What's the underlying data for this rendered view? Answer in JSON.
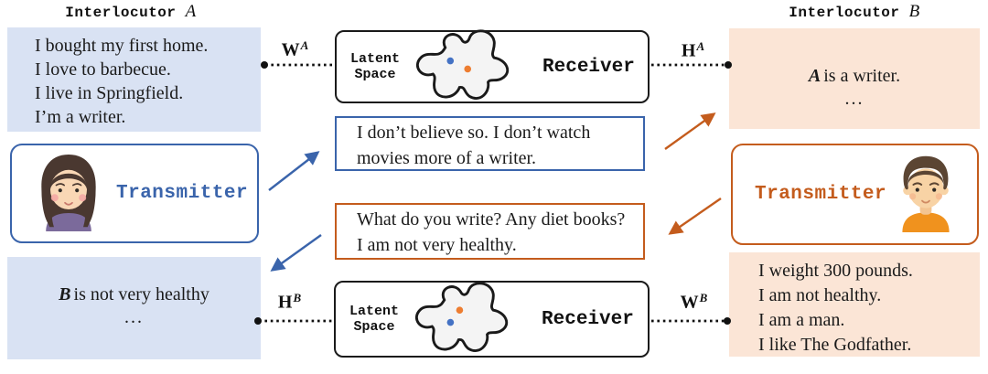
{
  "diagram": {
    "left": {
      "header_label": "Interlocutor",
      "header_entity": "A",
      "persona_lines": [
        "I bought my first home.",
        "I love to barbecue.",
        "I live in Springfield.",
        "I’m a writer."
      ],
      "transmitter_label": "Transmitter",
      "transmitter_avatar": "woman-avatar",
      "belief_entity": "B",
      "belief_text": "is not very healthy",
      "belief_ellipsis": "..."
    },
    "right": {
      "header_label": "Interlocutor",
      "header_entity": "B",
      "belief_entity": "A",
      "belief_text": "is a writer.",
      "belief_ellipsis": "...",
      "transmitter_label": "Transmitter",
      "transmitter_avatar": "man-avatar",
      "persona_lines": [
        "I weight 300 pounds.",
        "I am not healthy.",
        "I am a man.",
        "I like The Godfather."
      ]
    },
    "center": {
      "receiver_top": {
        "latent_line1": "Latent",
        "latent_line2": "Space",
        "receiver_label": "Receiver"
      },
      "receiver_bottom": {
        "latent_line1": "Latent",
        "latent_line2": "Space",
        "receiver_label": "Receiver"
      },
      "message_from_a": "I don’t believe so. I don’t watch movies more of a writer.",
      "message_from_b": "What do you write? Any diet books?  I am not very healthy."
    },
    "connectors": {
      "w_a": {
        "base": "W",
        "sup": "A"
      },
      "h_a": {
        "base": "H",
        "sup": "A"
      },
      "h_b": {
        "base": "H",
        "sup": "B"
      },
      "w_b": {
        "base": "W",
        "sup": "B"
      }
    },
    "colors": {
      "blue_panel": "#d9e2f3",
      "orange_panel": "#fbe5d6",
      "blue_accent": "#3a64ab",
      "orange_accent": "#c45c1d",
      "blue_dot": "#4472c4",
      "orange_dot": "#ed7d31"
    }
  }
}
